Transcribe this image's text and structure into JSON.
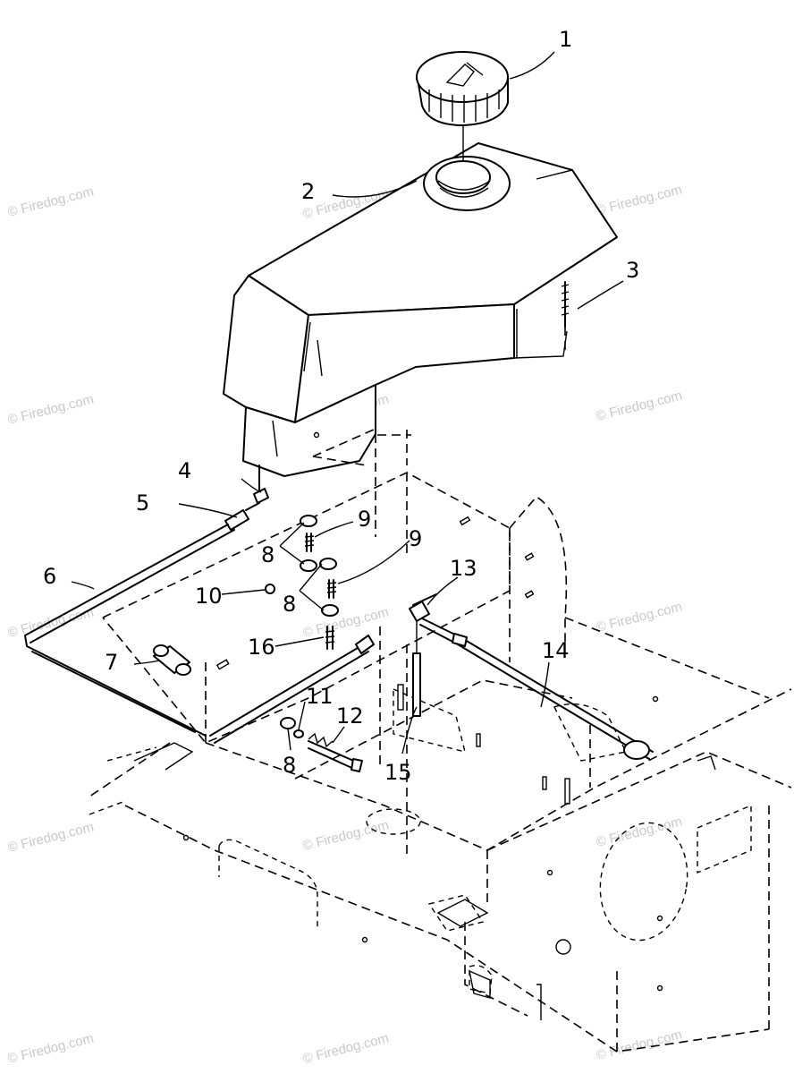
{
  "watermark": "© Firedog.com",
  "callouts": [
    "1",
    "2",
    "3",
    "4",
    "5",
    "6",
    "7",
    "8",
    "8",
    "8",
    "9",
    "9",
    "10",
    "11",
    "12",
    "13",
    "14",
    "15",
    "16"
  ]
}
